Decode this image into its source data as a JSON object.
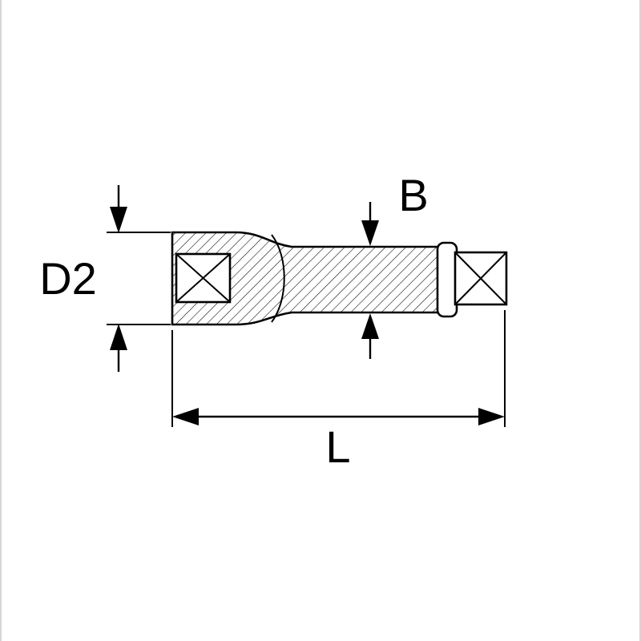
{
  "diagram": {
    "labels": {
      "d2": "D2",
      "b": "B",
      "l": "L"
    },
    "colors": {
      "line": "#000000",
      "background": "#ffffff"
    }
  }
}
